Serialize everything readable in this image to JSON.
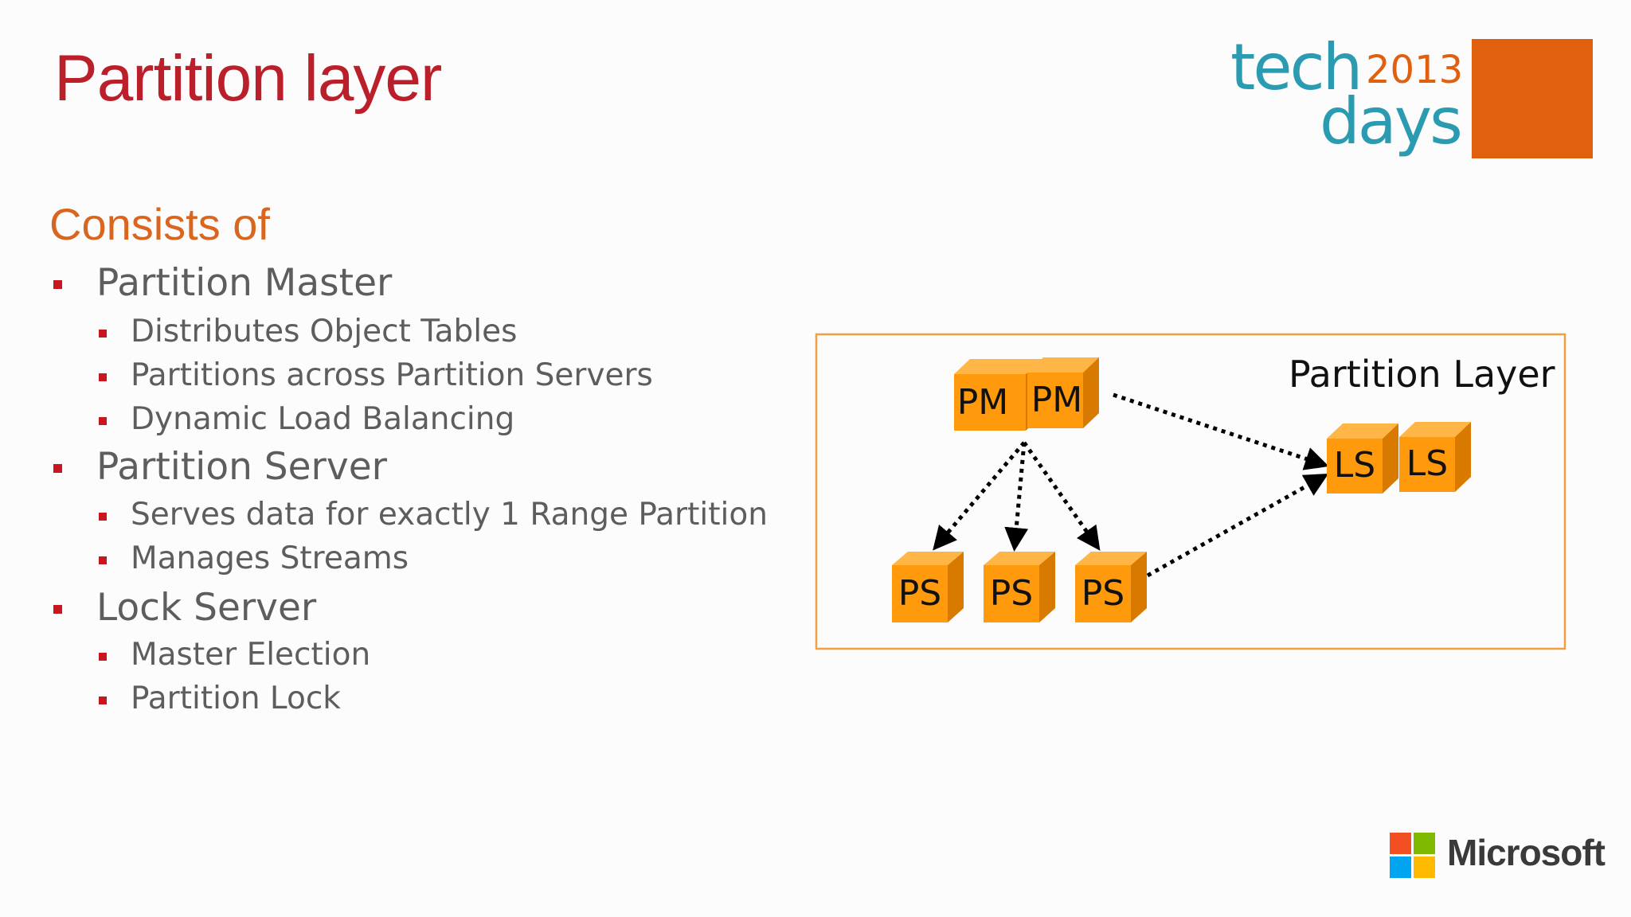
{
  "slide": {
    "title": "Partition layer",
    "section_heading": "Consists of"
  },
  "bullets": [
    {
      "label": "Partition Master",
      "children": [
        "Distributes Object Tables",
        "Partitions across Partition Servers",
        "Dynamic Load Balancing"
      ]
    },
    {
      "label": "Partition Server",
      "children": [
        "Serves data for exactly 1 Range Partition",
        "Manages Streams"
      ]
    },
    {
      "label": "Lock Server",
      "children": [
        "Master Election",
        "Partition Lock"
      ]
    }
  ],
  "diagram": {
    "frame_label": "Partition Layer",
    "nodes": {
      "pm": [
        "PM",
        "PM"
      ],
      "ls": [
        "LS",
        "LS"
      ],
      "ps": [
        "PS",
        "PS",
        "PS"
      ]
    },
    "edges": [
      {
        "from": "PM",
        "to": "LS"
      },
      {
        "from": "PM",
        "to": "PS"
      },
      {
        "from": "PM",
        "to": "PS"
      },
      {
        "from": "PM",
        "to": "PS"
      },
      {
        "from": "PS",
        "to": "LS"
      }
    ]
  },
  "logos": {
    "event_logo_word1": "tech",
    "event_logo_word2": "days",
    "event_logo_year": "2013",
    "brand": "Microsoft"
  },
  "colors": {
    "title": "#ba1f2a",
    "heading": "#d9661f",
    "bullet": "#c8151f",
    "body_text": "#5d5d5d",
    "cube_front": "#ff9a0c",
    "cube_top": "#ffb646",
    "cube_side": "#d97a00",
    "frame": "#f0a040",
    "logo_teal": "#2a9bb0",
    "logo_orange": "#e0600e",
    "ms_red": "#f25022",
    "ms_green": "#7fba00",
    "ms_blue": "#00a4ef",
    "ms_yellow": "#ffb900"
  }
}
